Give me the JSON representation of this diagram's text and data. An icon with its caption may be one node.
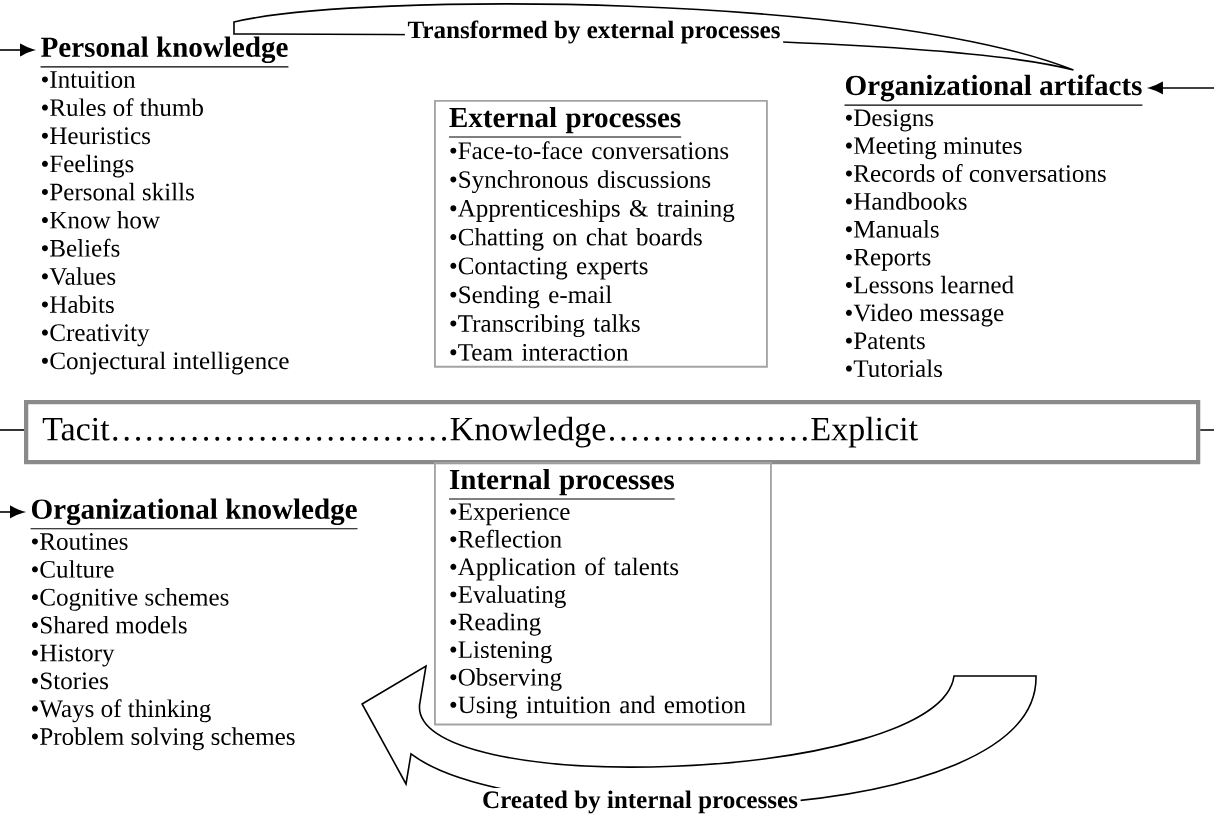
{
  "diagram": {
    "nodes": [
      {
        "text": [
          "Personal knowledge",
          "•Intuition",
          "•Rules of thumb",
          "•Heuristics",
          "•Feelings",
          "•Personal skills",
          "•Know how",
          "•Beliefs",
          "•Values",
          "•Habits",
          "•Creativity",
          "•Conjectural intelligence"
        ]
      },
      {
        "text": [
          "External processes",
          "•Face-to-face conversations",
          "•Synchronous discussions",
          "•Apprenticeships & training",
          "•Chatting on chat boards",
          "•Contacting experts",
          "•Sending e-mail",
          "•Transcribing talks",
          "•Team interaction"
        ]
      },
      {
        "text": [
          "Organizational artifacts",
          "•Designs",
          "•Meeting minutes",
          "•Records of conversations",
          "•Handbooks",
          "•Manuals",
          "•Reports",
          "•Lessons learned",
          "•Video message",
          "•Patents",
          "•Tutorials"
        ]
      },
      {
        "text": [
          "Tacit…………………………Knowledge………………Explicit"
        ]
      },
      {
        "text": [
          "Organizational knowledge",
          "•Routines",
          "•Culture",
          "•Cognitive schemes",
          "•Shared models",
          "•History",
          "•Stories",
          "•Ways of thinking",
          "•Problem solving schemes"
        ]
      },
      {
        "text": [
          "Internal processes",
          "•Experience",
          "•Reflection",
          "•Application of talents",
          "•Evaluating",
          "•Reading",
          "•Listening",
          "•Observing",
          "•Using intuition and emotion"
        ]
      }
    ],
    "edges": [
      {
        "from": 0,
        "to": 2,
        "arrow": "to",
        "label": "Transformed by external processes"
      },
      {
        "from": null,
        "to": 0,
        "arrow": "to"
      },
      {
        "from": 3,
        "to": null,
        "arrow": "none"
      },
      {
        "from": null,
        "to": 4,
        "arrow": "to"
      },
      {
        "from": 3,
        "to": null,
        "arrow": "none"
      },
      {
        "from": null,
        "to": 2,
        "arrow": "to"
      },
      {
        "from": null,
        "to": 4,
        "arrow": "to",
        "label": "Created by internal processes"
      }
    ]
  }
}
